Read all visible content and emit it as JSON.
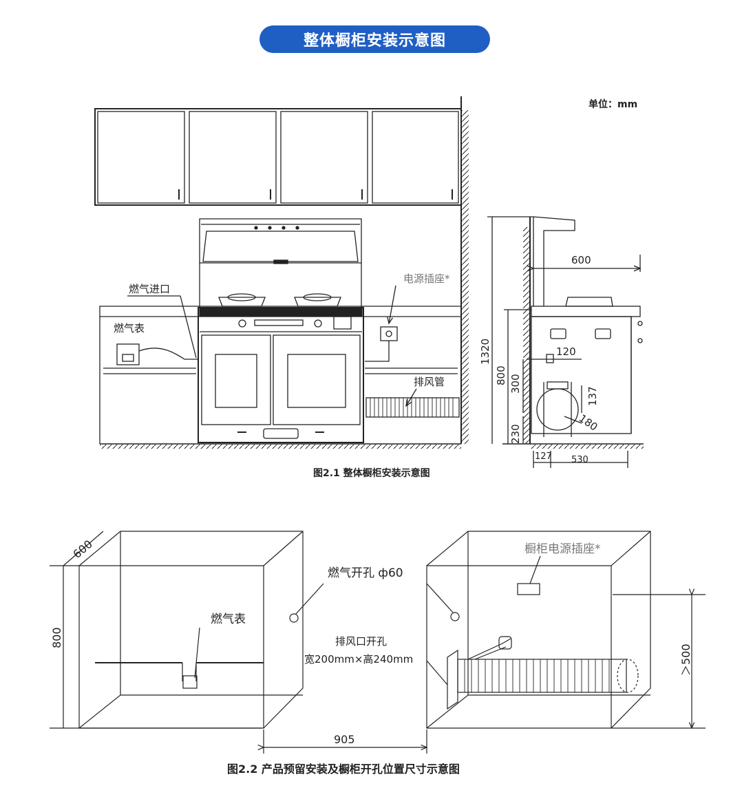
{
  "title": "整体橱柜安装示意图",
  "unit_label": "单位：mm",
  "fig1": {
    "caption": "图2.1  整体橱柜安装示意图",
    "gas_inlet": "燃气进口",
    "gas_meter": "燃气表",
    "power_socket": "电源插座*",
    "exhaust_pipe": "排风管",
    "dims": {
      "d600": "600",
      "d1320": "1320",
      "d800": "800",
      "d300": "300",
      "d230": "230",
      "d120": "120",
      "d137": "137",
      "d180": "180",
      "d127": "127",
      "d530": "530"
    }
  },
  "fig2": {
    "caption": "图2.2  产品预留安装及橱柜开孔位置尺寸示意图",
    "gas_hole": "燃气开孔 ф60",
    "gas_meter": "燃气表",
    "exhaust_hole": "排风口开孔",
    "exhaust_size": "宽200mm×高240mm",
    "cabinet_socket": "橱柜电源插座*",
    "dims": {
      "d600": "600",
      "d800": "800",
      "d905": "905",
      "d500": "＞500"
    }
  },
  "colors": {
    "accent": "#1f5fc4",
    "line": "#1a1a1a",
    "socket_label": "#777777"
  }
}
